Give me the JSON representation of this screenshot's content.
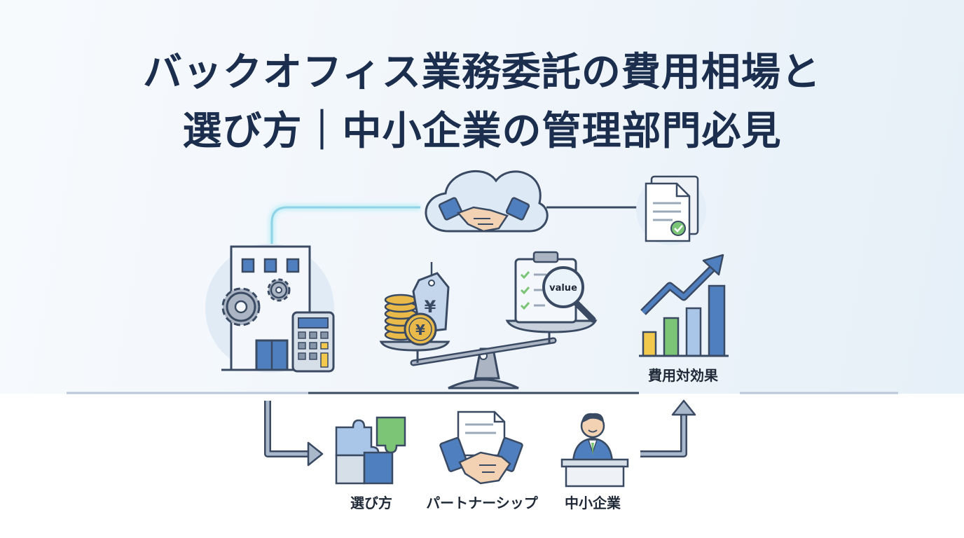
{
  "title": {
    "line1": "バックオフィス業務委託の費用相場と",
    "line2": "選び方｜中小企業の管理部門必見"
  },
  "labels": {
    "cost_effectiveness": "費用対効果",
    "how_to_choose": "選び方",
    "partnership": "パートナーシップ",
    "sme": "中小企業"
  },
  "icons": {
    "magnifier_text": "value",
    "price_tag_symbol": "¥",
    "coin_symbol": "¥"
  },
  "colors": {
    "title": "#1c2e4e",
    "stroke": "#3a4a63",
    "blue": "#4f7fbf",
    "light_blue": "#a9c6e8",
    "green": "#7cc576",
    "yellow": "#f2c94c",
    "gray": "#c7d0db",
    "coin": "#e9b949"
  }
}
